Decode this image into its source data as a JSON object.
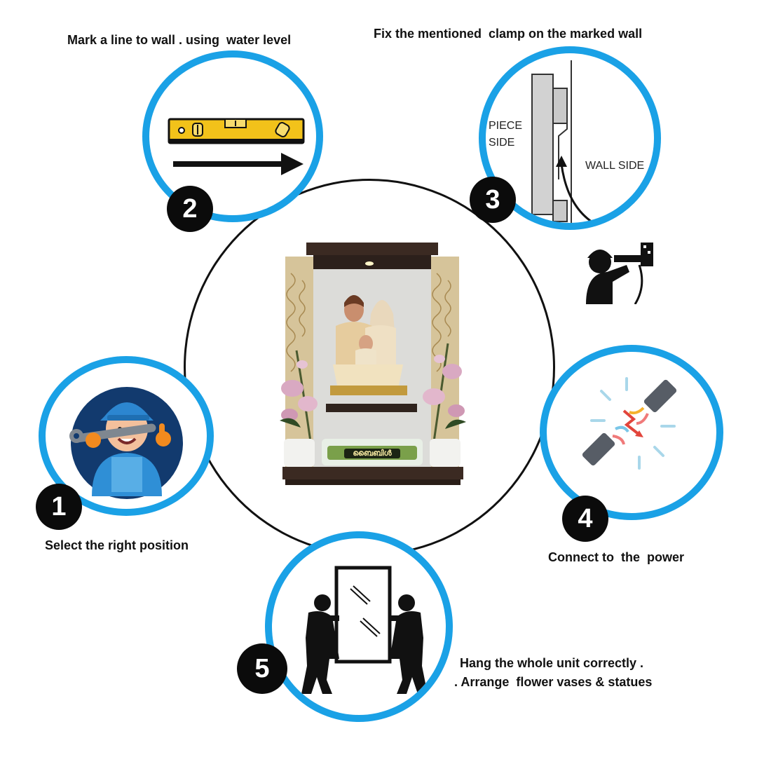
{
  "colors": {
    "ring_blue": "#1aa1e6",
    "badge_black": "#0b0b0b",
    "level_yellow": "#f2c21a",
    "shelf_brown": "#3b2a22"
  },
  "steps": [
    {
      "number": "1",
      "caption": "Select the right position",
      "icon": "plumber-mascot-icon"
    },
    {
      "number": "2",
      "caption": "Mark a line to wall . using  water level",
      "icon": "spirit-level-icon"
    },
    {
      "number": "3",
      "caption": "Fix the mentioned  clamp on the marked wall",
      "icon": "wall-clamp-diagram",
      "labels": {
        "piece_side_1": "PIECE",
        "piece_side_2": "SIDE",
        "wall_side": "WALL SIDE"
      }
    },
    {
      "number": "4",
      "caption": "Connect to  the  power",
      "icon": "power-cable-icon"
    },
    {
      "number": "5",
      "caption_line1": "Hang the whole unit correctly .",
      "caption_line2": ". Arrange  flower vases & statues",
      "icon": "two-people-carrying-frame-icon"
    }
  ],
  "product": {
    "name": "altar-shelf-with-holy-family-statue",
    "bible_label": "ബൈബിൾ"
  }
}
